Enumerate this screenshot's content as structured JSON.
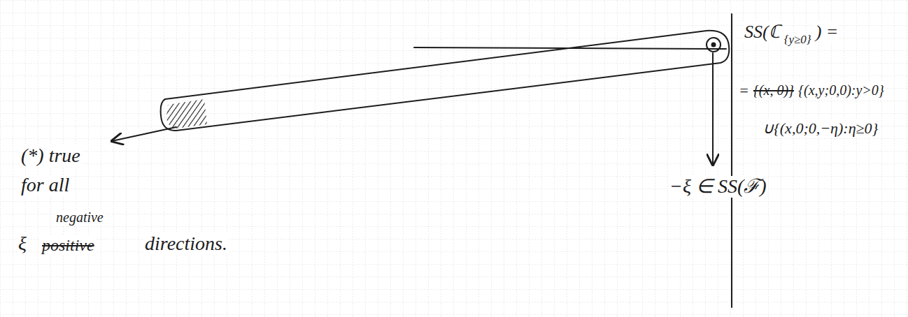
{
  "diagram": {
    "labels": [
      "(*) true",
      "for all",
      "negative",
      "ξ",
      "positive",
      "directions.",
      "−ξ ∈ SS(ℱ)",
      "SS(ℂ",
      "{y≥0}",
      ") =",
      "=",
      "{(x, 0)}",
      "{(x,y;0,0):y>0}",
      "∪{(x,0;0,−η):η≥0}"
    ]
  }
}
